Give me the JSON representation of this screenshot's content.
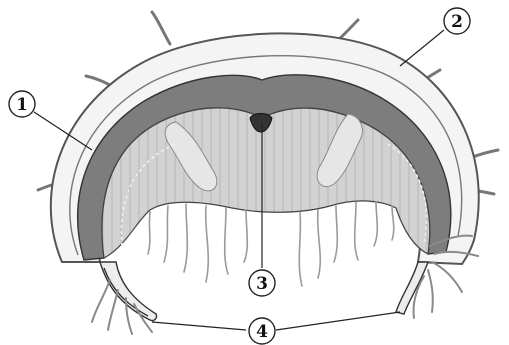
{
  "callouts": [
    {
      "id": "1",
      "label": "1"
    },
    {
      "id": "2",
      "label": "2"
    },
    {
      "id": "3",
      "label": "3"
    },
    {
      "id": "4",
      "label": "4"
    }
  ],
  "colors": {
    "umbrella_outer": "#f4f4f4",
    "umbrella_outline": "#555555",
    "mesoglea_dark": "#7d7d7d",
    "inner_cavity": "#cfcfcf",
    "stroke": "#222222"
  }
}
